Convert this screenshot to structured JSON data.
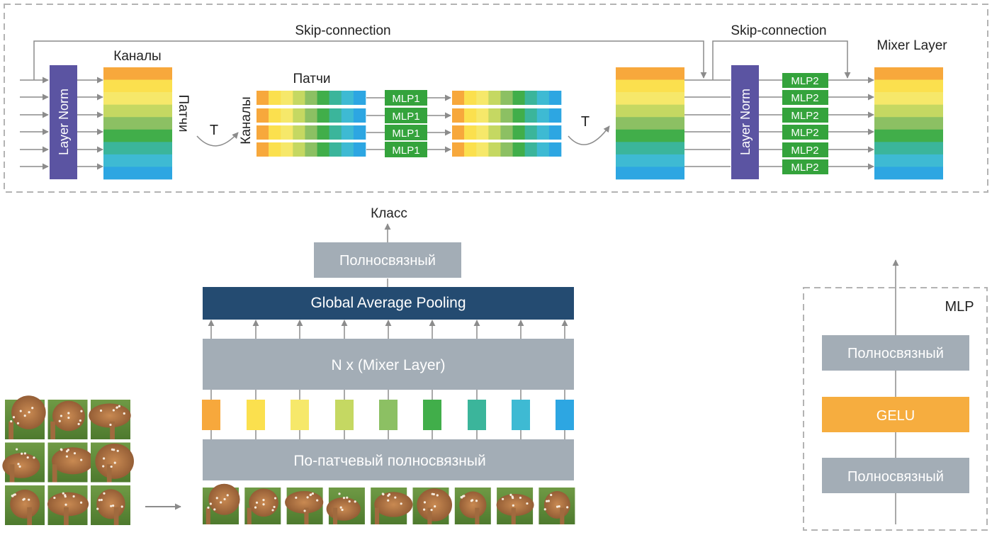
{
  "colors": {
    "channels": [
      "#F7A83C",
      "#FBE04E",
      "#F6E86A",
      "#C5D862",
      "#8CC063",
      "#41AE4A",
      "#3BB59B",
      "#3EBAD3",
      "#2DA6E2"
    ],
    "patch_strip": [
      "#F7A83C",
      "#FBE04E",
      "#F6E86A",
      "#C5D862",
      "#8CC063",
      "#41AE4A",
      "#3BB59B",
      "#3EBAD3",
      "#2DA6E2"
    ],
    "layer_norm": "#5B54A2",
    "mlp_green": "#34A33C",
    "grey_block": "#A3ADB6",
    "gap_blue": "#244B71",
    "gelu": "#F6AD3F",
    "arrow": "#8C8C8C",
    "dash_border": "#B3B3B3"
  },
  "mixer": {
    "layer_norm_label": "Layer Norm",
    "channels_label": "Каналы",
    "patches_rotated_label": "Патчи",
    "transpose_label": "T",
    "patches_label": "Патчи",
    "channels_rotated_label": "Каналы",
    "mlp1_labels": [
      "MLP1",
      "MLP1",
      "MLP1",
      "MLP1"
    ],
    "transpose_label_2": "T",
    "skip_label_1": "Skip-connection",
    "skip_label_2": "Skip-connection",
    "layer_norm_label_2": "Layer Norm",
    "mlp2_labels": [
      "MLP2",
      "MLP2",
      "MLP2",
      "MLP2",
      "MLP2",
      "MLP2"
    ],
    "title": "Mixer Layer"
  },
  "main": {
    "class_label": "Класс",
    "fc_label": "Полносвязный",
    "gap_label": "Global Average Pooling",
    "mixer_stack_label": "N x (Mixer Layer)",
    "per_patch_label": "По-патчевый полносвязный"
  },
  "mlp_box": {
    "title": "MLP",
    "fc_top_label": "Полносвязный",
    "gelu_label": "GELU",
    "fc_bottom_label": "Полносвязный"
  },
  "image": {
    "grid_rows": 3,
    "grid_cols": 3,
    "patch_count": 9
  }
}
